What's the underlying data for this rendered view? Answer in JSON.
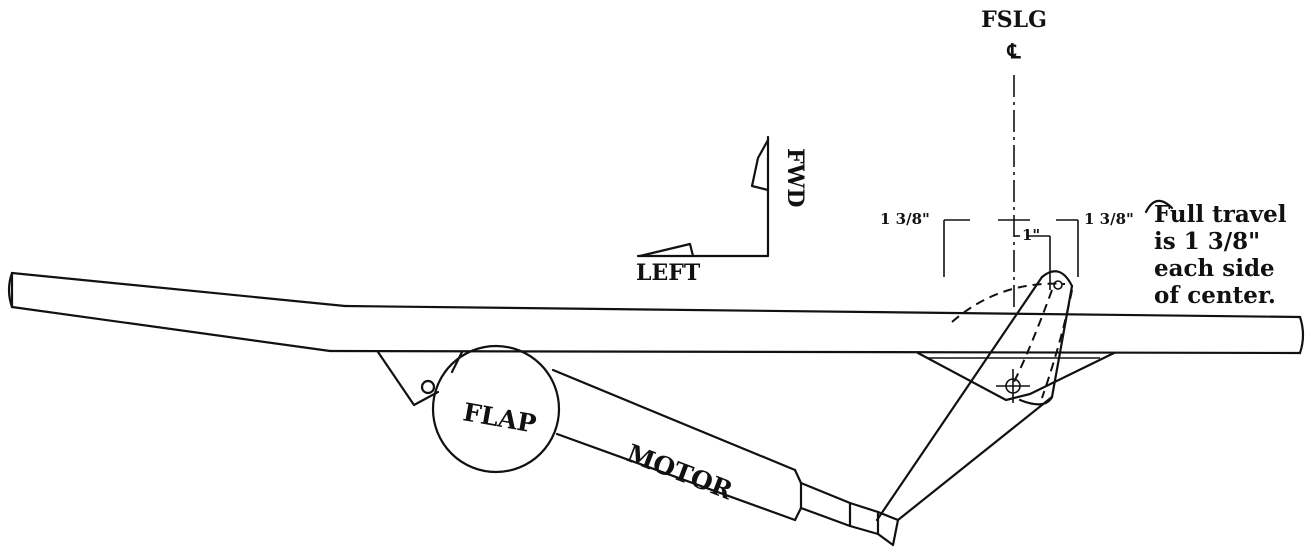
{
  "labels": {
    "centerline_title": "FSLG",
    "centerline_symbol": "℄",
    "fwd": "FWD",
    "left": "LEFT",
    "flap": "FLAP",
    "motor": "MOTOR"
  },
  "dimensions": {
    "left_offset": "1 3/8\"",
    "right_offset": "1 3/8\"",
    "center_offset": "1\""
  },
  "note": {
    "line1": "Full travel",
    "line2": "is 1  3/8\"",
    "line3": "each side",
    "line4": "of center."
  }
}
